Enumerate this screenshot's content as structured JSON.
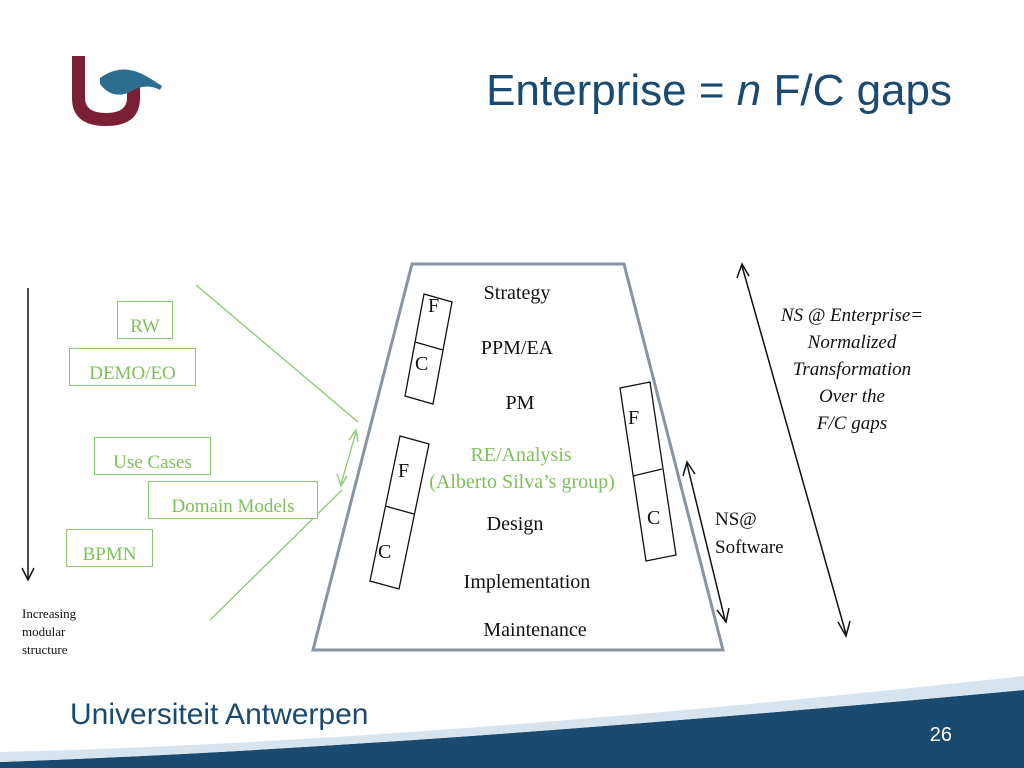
{
  "title": {
    "prefix": "Enterprise = ",
    "emphasis": "n",
    "suffix": " F/C gaps"
  },
  "layers": {
    "strategy": "Strategy",
    "ppm_ea": "PPM/EA",
    "pm": "PM",
    "re_analysis": "RE/Analysis",
    "re_analysis_group": "(Alberto Silva’s group)",
    "design": "Design",
    "implementation": "Implementation",
    "maintenance": "Maintenance"
  },
  "fc_pairs": {
    "top": {
      "f": "F",
      "c": "C"
    },
    "middle": {
      "f": "F",
      "c": "C"
    },
    "right": {
      "f": "F",
      "c": "C"
    }
  },
  "left_boxes": {
    "rw": "RW",
    "demo_eo": "DEMO/EO",
    "use_cases": "Use Cases",
    "domain_models": "Domain Models",
    "bpmn": "BPMN"
  },
  "modular_label": [
    "Increasing",
    "modular",
    "structure"
  ],
  "ns_software": [
    "NS@",
    "Software"
  ],
  "ns_enterprise": [
    "NS @ Enterprise=",
    "Normalized",
    "Transformation",
    "Over the",
    "F/C gaps"
  ],
  "footer": {
    "university": "Universiteit Antwerpen",
    "page_number": "26"
  },
  "colors": {
    "title": "#1b4a70",
    "green": "#7fbf5a",
    "logo": "#7a1f35",
    "footer_band": "#1b4a70"
  }
}
